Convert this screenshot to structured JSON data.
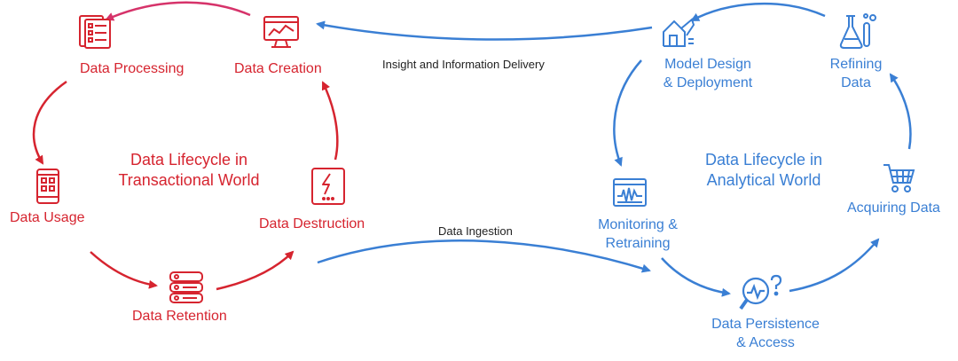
{
  "transactional": {
    "title_line1": "Data Lifecycle in",
    "title_line2": "Transactional World",
    "color": "#d6242f",
    "nodes": {
      "processing": "Data Processing",
      "creation": "Data Creation",
      "usage": "Data Usage",
      "destruction": "Data Destruction",
      "retention": "Data Retention"
    }
  },
  "analytical": {
    "title_line1": "Data Lifecycle in",
    "title_line2": "Analytical World",
    "color": "#3a7fd4",
    "nodes": {
      "model_line1": "Model Design",
      "model_line2": "& Deployment",
      "refining_line1": "Refining",
      "refining_line2": "Data",
      "monitoring_line1": "Monitoring &",
      "monitoring_line2": "Retraining",
      "acquiring": "Acquiring Data",
      "persistence_line1": "Data Persistence",
      "persistence_line2": "& Access"
    }
  },
  "links": {
    "insight": "Insight and Information Delivery",
    "ingestion": "Data Ingestion"
  },
  "icons": {
    "processing": "document-checklist-icon",
    "creation": "monitor-chart-icon",
    "usage": "smartphone-apps-icon",
    "destruction": "shredder-lightning-icon",
    "retention": "database-server-icon",
    "model": "blueprint-house-icon",
    "refining": "lab-flask-icon",
    "monitoring": "dashboard-waveform-icon",
    "acquiring": "shopping-cart-icon",
    "persistence": "magnifier-question-icon"
  }
}
